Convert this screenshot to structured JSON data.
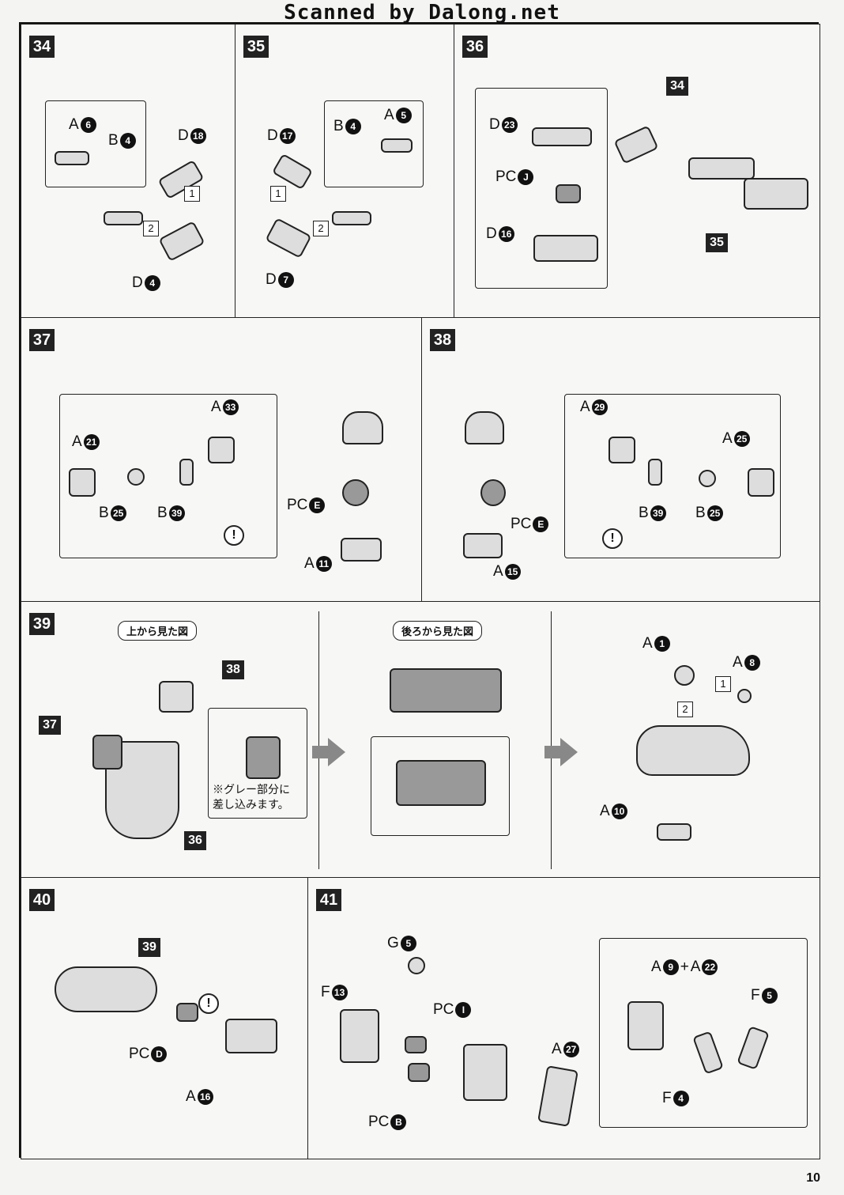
{
  "banner": "Scanned by Dalong.net",
  "page_number": "10",
  "steps": {
    "s34": {
      "num": "34",
      "labels": [
        "A",
        "6",
        "B",
        "4",
        "D",
        "18",
        "D",
        "4"
      ],
      "n1": "1",
      "n2": "2"
    },
    "s35": {
      "num": "35",
      "labels": [
        "D",
        "17",
        "B",
        "4",
        "A",
        "5",
        "D",
        "7"
      ],
      "n1": "1",
      "n2": "2"
    },
    "s36": {
      "num": "36",
      "labels": [
        "D",
        "23",
        "PC",
        "J",
        "D",
        "16"
      ],
      "ref1": "34",
      "ref2": "35"
    },
    "s37": {
      "num": "37",
      "labels": [
        "A",
        "33",
        "A",
        "21",
        "B",
        "25",
        "B",
        "39",
        "PC",
        "E",
        "A",
        "11"
      ]
    },
    "s38": {
      "num": "38",
      "labels": [
        "A",
        "29",
        "A",
        "25",
        "B",
        "39",
        "B",
        "25",
        "PC",
        "E",
        "A",
        "15"
      ]
    },
    "s39": {
      "num": "39",
      "header_top": "上から見た図",
      "header_back": "後ろから見た図",
      "ref_38": "38",
      "ref_37": "37",
      "ref_36": "36",
      "note_line1": "※グレー部分に",
      "note_line2": "差し込みます。",
      "labels": [
        "A",
        "1",
        "A",
        "8",
        "A",
        "10"
      ],
      "n1": "1",
      "n2": "2"
    },
    "s40": {
      "num": "40",
      "ref": "39",
      "labels": [
        "PC",
        "D",
        "A",
        "16"
      ]
    },
    "s41": {
      "num": "41",
      "labels": [
        "G",
        "5",
        "F",
        "13",
        "PC",
        "I",
        "PC",
        "B",
        "A",
        "27",
        "A",
        "9",
        "A",
        "22",
        "F",
        "5",
        "F",
        "4"
      ],
      "plus": "+"
    }
  },
  "warn_symbol": "!"
}
